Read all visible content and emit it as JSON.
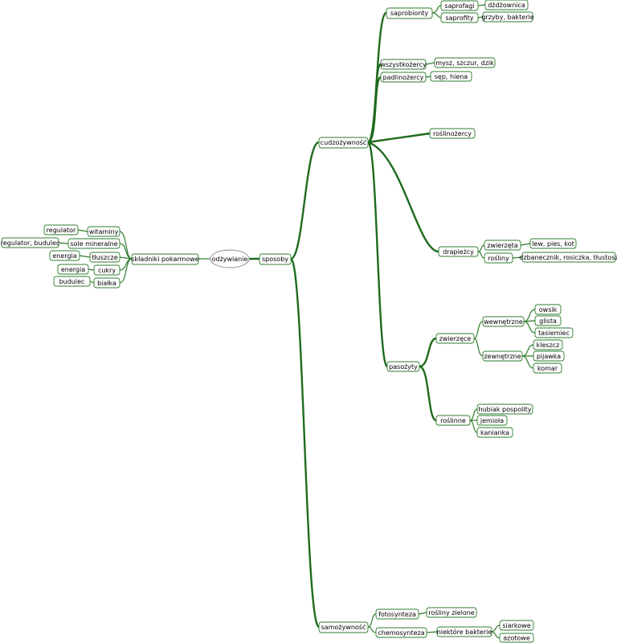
{
  "root": "odżywianie",
  "colors": {
    "branch": "#1e6b1e",
    "leaf_line": "#2e7d2e",
    "box_border": "#2e7d2e",
    "root_border": "#8a8a8a"
  },
  "nodes": {
    "skladniki": "składniki pokarmowe",
    "witaminy": "witaminy",
    "sole": "sole mineralne",
    "tluszcze": "tłuszcze",
    "cukry": "cukry",
    "bialka": "białka",
    "regulator": "regulator",
    "regulator_budulec": "regulator, budulec",
    "energia1": "energia",
    "energia2": "energia",
    "budulec": "budulec",
    "sposoby": "sposoby",
    "cudzozywnosc": "cudzożywność",
    "samozywnosc": "samożywność",
    "saprobionty": "saprobionty",
    "saprofagi": "saprofagi",
    "dzdzownica": "dżdżownica",
    "saprofity": "saprofity",
    "grzyby": "grzyby, bakterie",
    "wszystkozercy": "wszystkożercy",
    "mysz": "mysz, szczur, dzik",
    "padlinozercy": "padlinożercy",
    "sep": "sęp, hiena",
    "roslinozercy": "roślinożercy",
    "drapiezcy": "drapieżcy",
    "zwierzeta": "zwierzęta",
    "lew": "lew, pies, kot",
    "rosliny_d": "rośliny",
    "dzbanecznik": "dzbanecznik, rosiczka, tłustosz",
    "pasozyty": "pasożyty",
    "zwierzece": "zwierzęce",
    "wewnetrzne": "wewnętrzne",
    "owsik": "owsik",
    "glista": "glista",
    "tasiemiec": "tasiemiec",
    "zewnetrzne": "zewnętrzne",
    "kleszcz": "kleszcz",
    "pijawka": "pijawka",
    "komar": "komar",
    "roslinne": "roślinne",
    "hubiak": "hubiak pospolity",
    "jemiola": "jemioła",
    "kanianka": "kanianka",
    "fotosynteza": "fotosynteza",
    "rosliny_zielone": "rośliny zielone",
    "chemosynteza": "chemosynteza",
    "niektore": "niektóre bakterie",
    "siarkowe": "siarkowe",
    "azotowe": "azotowe"
  }
}
